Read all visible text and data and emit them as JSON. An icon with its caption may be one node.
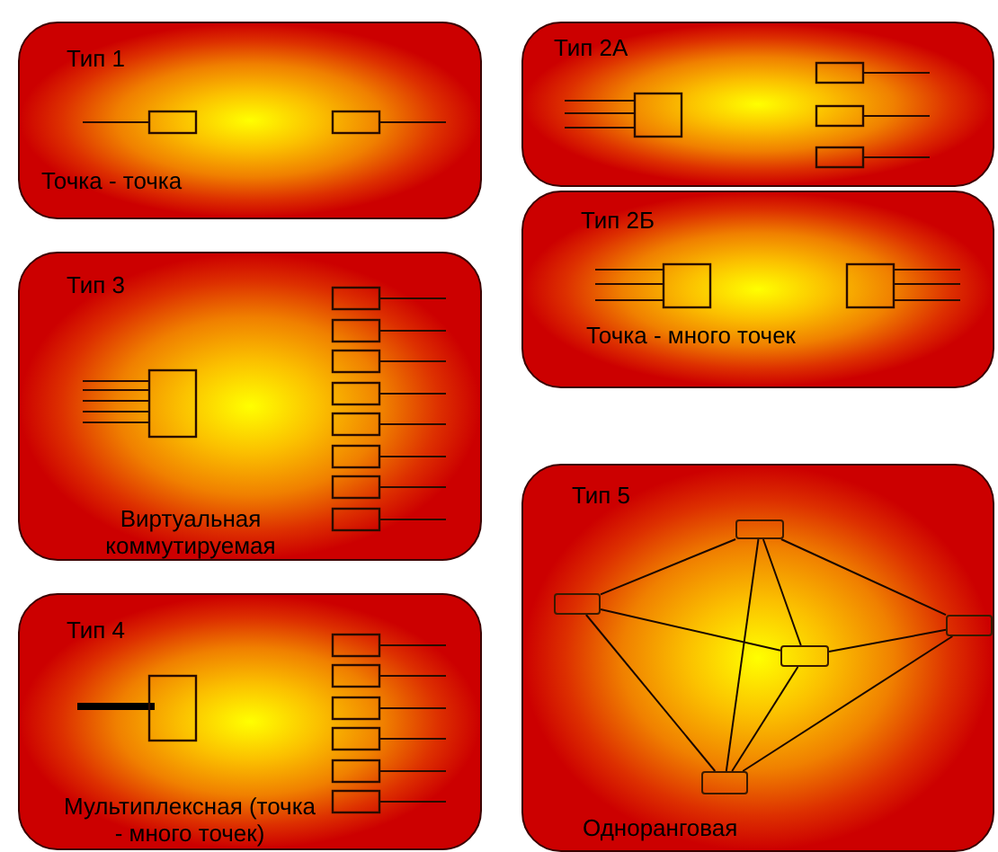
{
  "diagram": {
    "nodes": [
      {
        "text": [
          "Тип 1",
          "Точка - точка"
        ]
      },
      {
        "text": [
          "Тип 2А"
        ]
      },
      {
        "text": [
          "Тип 2Б",
          "Точка - много точек"
        ]
      },
      {
        "text": [
          "Тип 3",
          "Виртуальная коммутируемая"
        ]
      },
      {
        "text": [
          "Тип 5",
          "Одноранговая"
        ]
      },
      {
        "text": [
          "Тип 4",
          "Мультиплексная (точка - много точек)"
        ]
      },
      {
        "text": [],
        "shape": "box",
        "in": 4
      },
      {
        "text": [],
        "shape": "box",
        "in": 4
      },
      {
        "text": [],
        "shape": "box",
        "in": 4
      },
      {
        "text": [],
        "shape": "box",
        "in": 4
      },
      {
        "text": [],
        "shape": "box",
        "in": 4
      }
    ],
    "edges": [
      {
        "from": 6,
        "to": 7,
        "arrow": "none"
      },
      {
        "from": 6,
        "to": 10,
        "arrow": "none"
      },
      {
        "from": 6,
        "to": 9,
        "arrow": "none"
      },
      {
        "from": 6,
        "to": 8,
        "arrow": "none"
      },
      {
        "from": 7,
        "to": 9,
        "arrow": "none"
      },
      {
        "from": 7,
        "to": 10,
        "arrow": "none"
      },
      {
        "from": 9,
        "to": 10,
        "arrow": "none"
      },
      {
        "from": 9,
        "to": 8,
        "arrow": "none"
      },
      {
        "from": 8,
        "to": 10,
        "arrow": "none"
      }
    ]
  }
}
